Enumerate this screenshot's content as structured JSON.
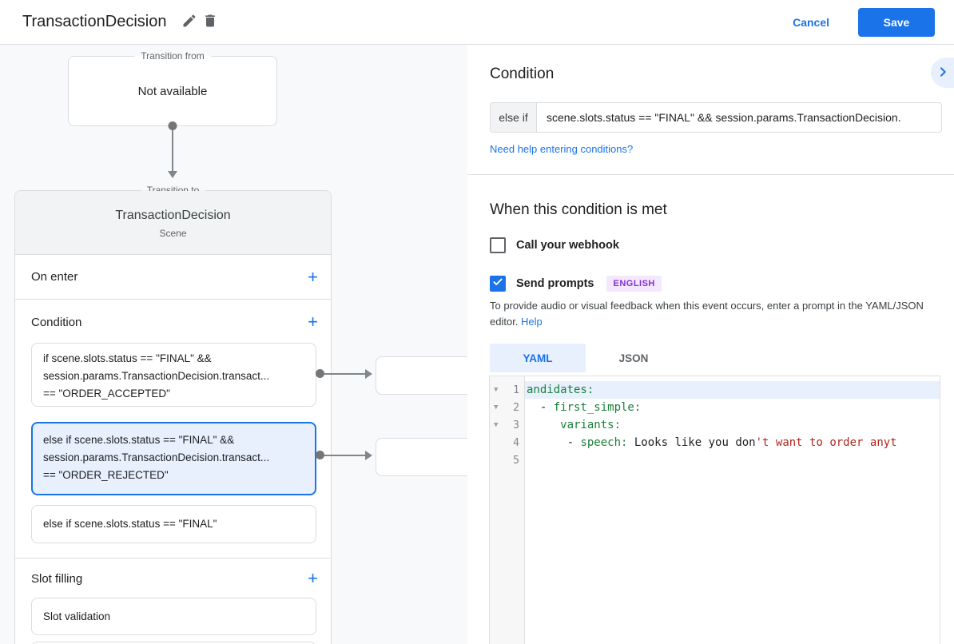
{
  "header": {
    "title": "TransactionDecision",
    "cancel_label": "Cancel",
    "save_label": "Save"
  },
  "canvas": {
    "transition_from": {
      "legend": "Transition from",
      "content": "Not available"
    },
    "transition_to": {
      "legend": "Transition to",
      "title": "TransactionDecision",
      "subtitle": "Scene",
      "on_enter": {
        "label": "On enter",
        "add_label": "+"
      },
      "condition": {
        "label": "Condition",
        "add_label": "+",
        "items": [
          {
            "selected": false,
            "lines": [
              "if scene.slots.status == \"FINAL\" &&",
              "session.params.TransactionDecision.transact...",
              "== \"ORDER_ACCEPTED\""
            ]
          },
          {
            "selected": true,
            "lines": [
              "else if scene.slots.status == \"FINAL\" &&",
              "session.params.TransactionDecision.transact...",
              "== \"ORDER_REJECTED\""
            ]
          },
          {
            "selected": false,
            "lines": [
              "else if scene.slots.status == \"FINAL\""
            ]
          }
        ]
      },
      "slot_filling": {
        "label": "Slot filling",
        "add_label": "+",
        "items": [
          {
            "label": "Slot validation"
          }
        ]
      }
    }
  },
  "panel": {
    "condition": {
      "heading": "Condition",
      "prefix": "else if",
      "expression": "scene.slots.status == \"FINAL\" && session.params.TransactionDecision.",
      "help_link": "Need help entering conditions?"
    },
    "when_met": {
      "heading": "When this condition is met",
      "webhook_label": "Call your webhook",
      "webhook_checked": false,
      "prompts_label": "Send prompts",
      "prompts_checked": true,
      "language_badge": "ENGLISH",
      "description": "To provide audio or visual feedback when this event occurs, enter a prompt in the YAML/JSON editor.",
      "help_label": "Help"
    },
    "editor": {
      "tabs": [
        {
          "label": "YAML",
          "active": true
        },
        {
          "label": "JSON",
          "active": false
        }
      ],
      "lines": [
        {
          "num": "1",
          "segments": [
            {
              "text": "andidates:",
              "style": "key"
            }
          ]
        },
        {
          "num": "2",
          "segments": [
            {
              "text": "  - ",
              "style": "plain"
            },
            {
              "text": "first_simple:",
              "style": "key"
            }
          ]
        },
        {
          "num": "3",
          "segments": [
            {
              "text": "     ",
              "style": "plain"
            },
            {
              "text": "variants:",
              "style": "key"
            }
          ]
        },
        {
          "num": "4",
          "segments": [
            {
              "text": "      - ",
              "style": "plain"
            },
            {
              "text": "speech:",
              "style": "key"
            },
            {
              "text": " Looks like you don",
              "style": "plain"
            },
            {
              "text": "'t want to order anyt",
              "style": "string"
            }
          ]
        },
        {
          "num": "5",
          "segments": []
        }
      ]
    }
  },
  "colors": {
    "accent_blue": "#1a73e8",
    "selection_blue": "#e8f0fe",
    "yaml_key_green": "#188038",
    "yaml_string_red": "#b3261e",
    "badge_bg": "#f3e8fd",
    "badge_text": "#8430ce"
  }
}
